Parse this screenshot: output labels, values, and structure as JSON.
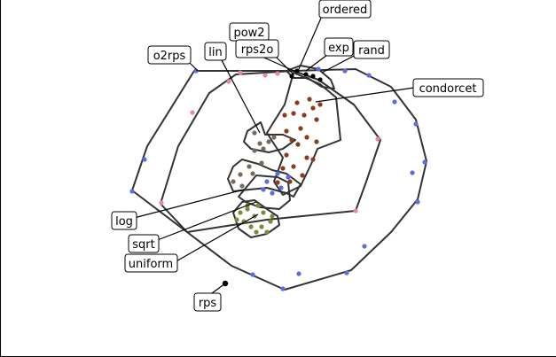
{
  "labels": {
    "ordered": "ordered",
    "pow2": "pow2",
    "rps2o": "rps2o",
    "exp": "exp",
    "rand": "rand",
    "o2rps": "o2rps",
    "lin": "lin",
    "condorcet": "condorcet",
    "log": "log",
    "sqrt": "sqrt",
    "uniform": "uniform",
    "rps": "rps"
  },
  "colors": {
    "blue": "#5b6ee1",
    "pink": "#e58aa4",
    "brown": "#8b3a1a",
    "gray": "#7a6a5a",
    "olive": "#7a8c3a",
    "black": "#000000"
  }
}
